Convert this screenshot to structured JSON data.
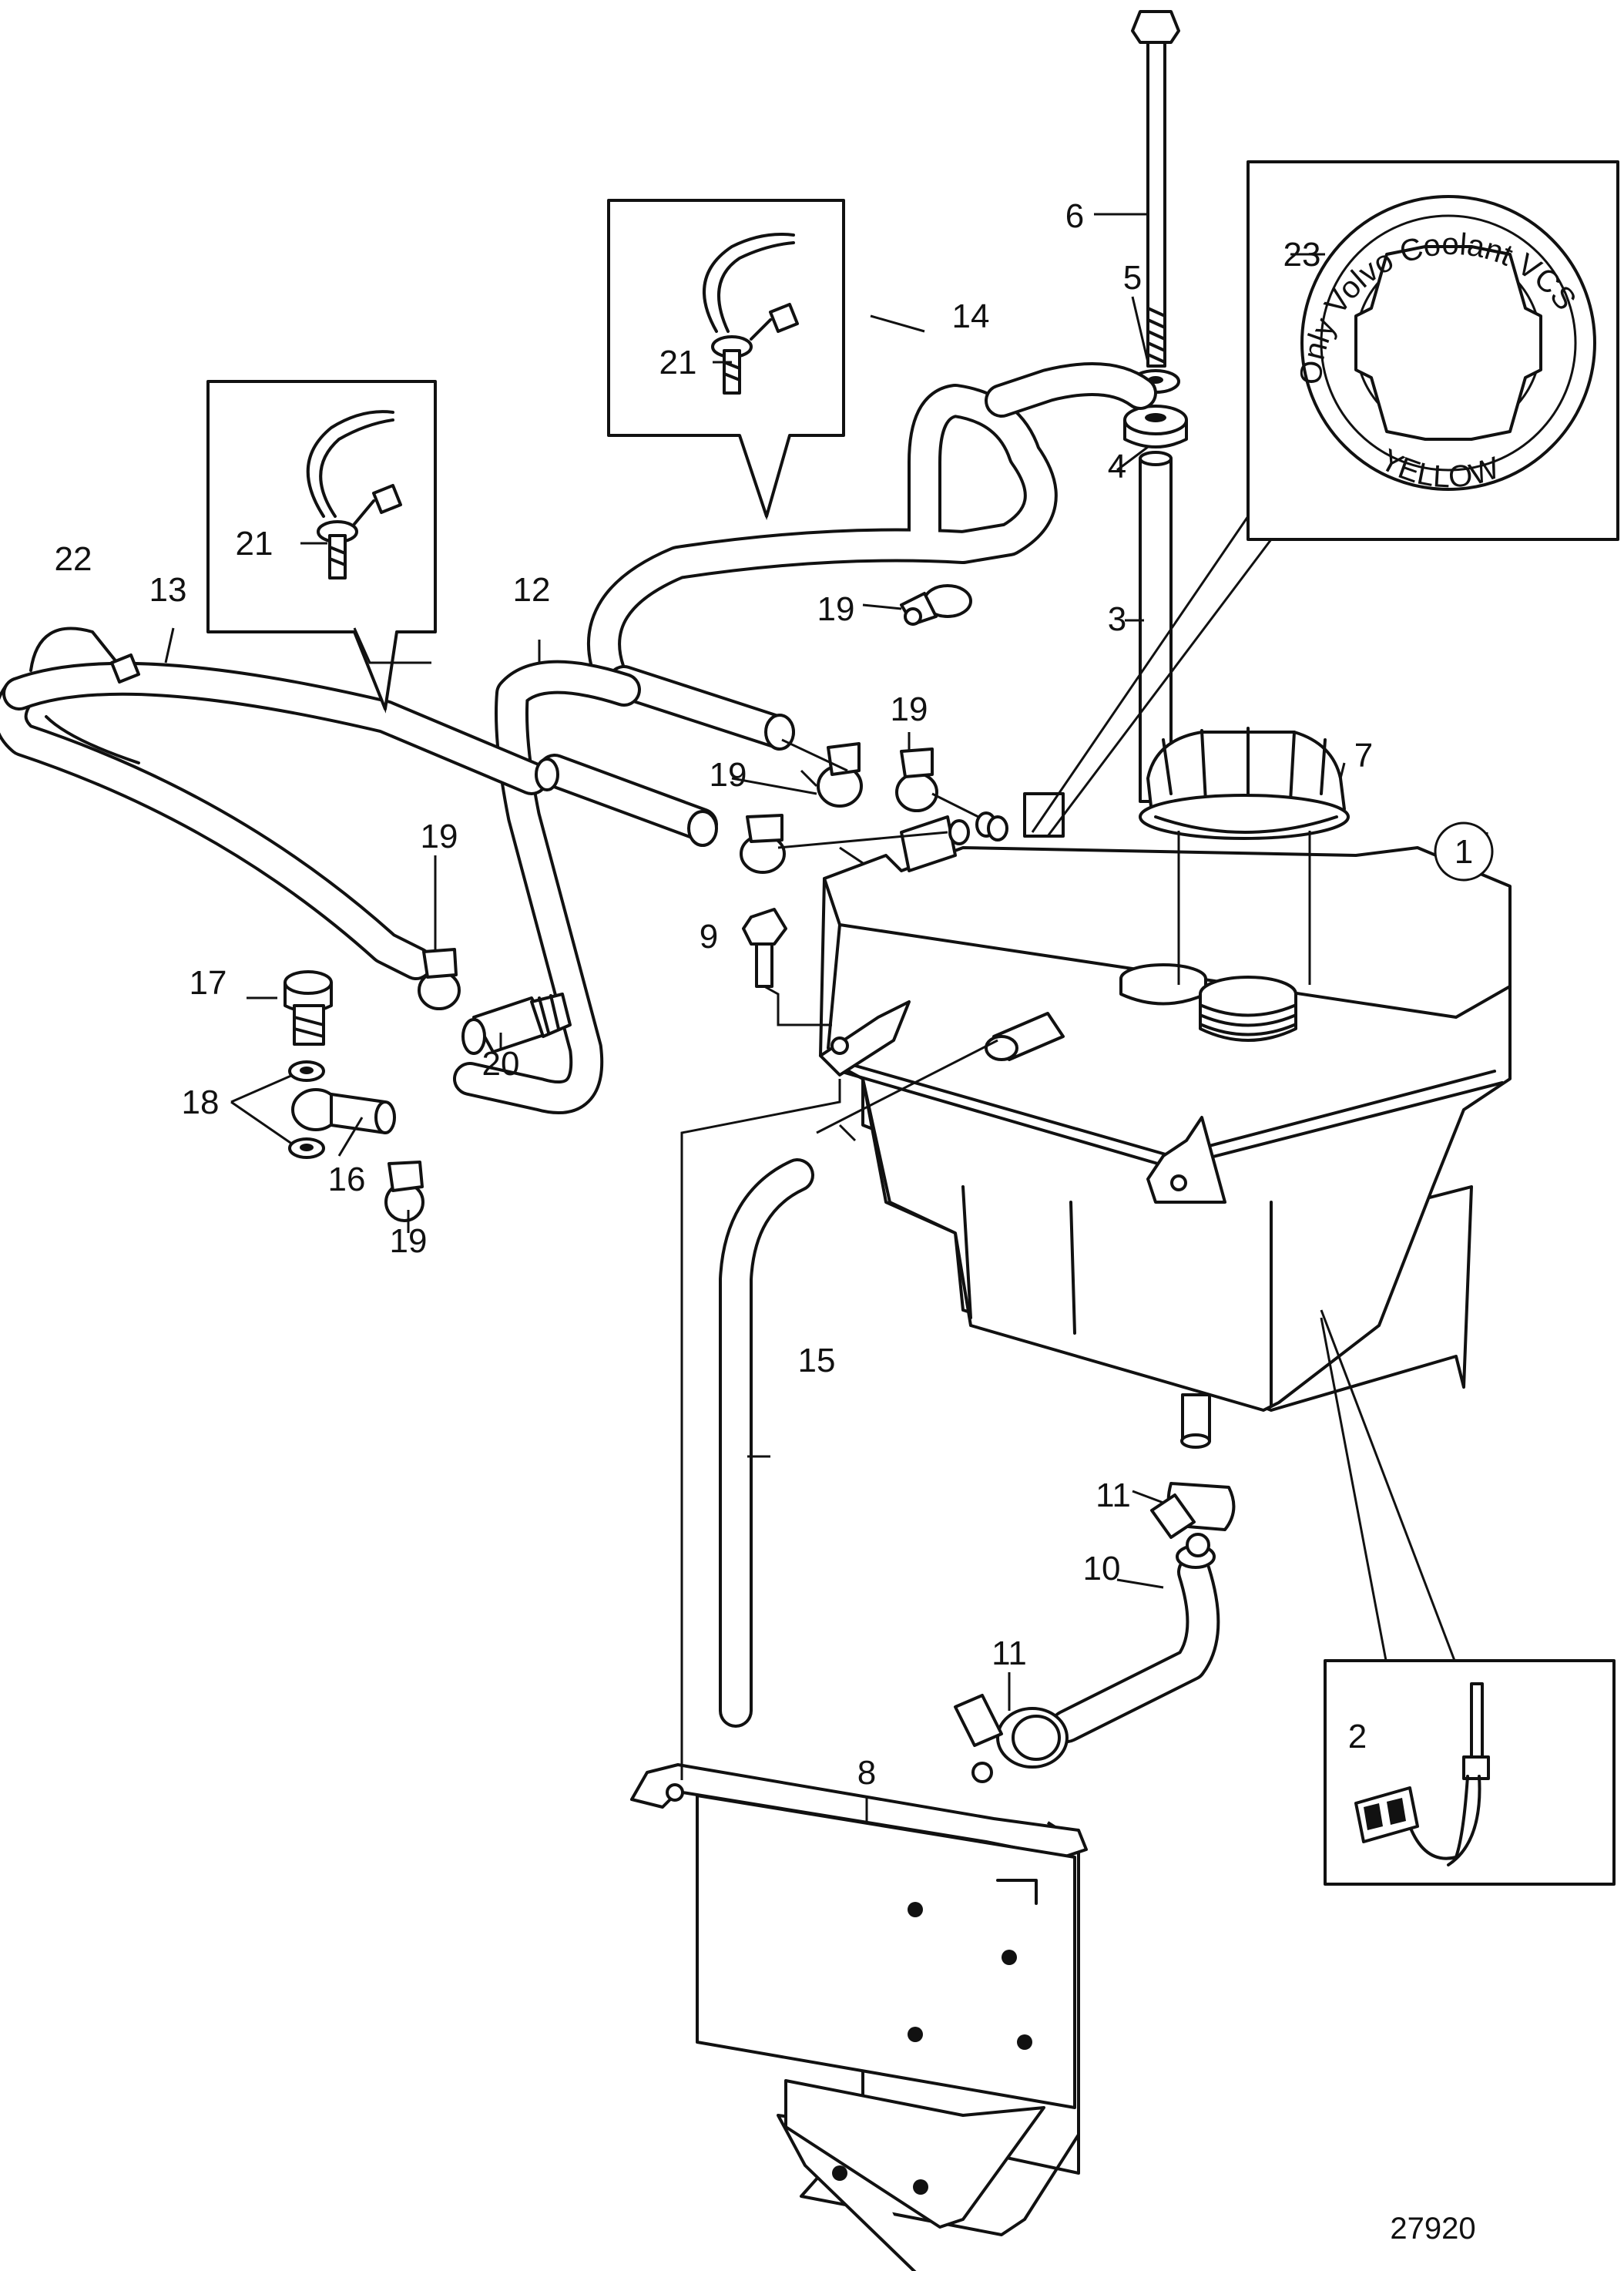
{
  "diagram": {
    "figure_number": "27920",
    "cap_text_top": "Only Volvo Coolant VCS",
    "cap_text_bottom": "YELLOW",
    "callouts": [
      {
        "id": "c1",
        "label": "1"
      },
      {
        "id": "c2",
        "label": "2"
      },
      {
        "id": "c3",
        "label": "3"
      },
      {
        "id": "c4",
        "label": "4"
      },
      {
        "id": "c5",
        "label": "5"
      },
      {
        "id": "c6",
        "label": "6"
      },
      {
        "id": "c7",
        "label": "7"
      },
      {
        "id": "c8",
        "label": "8"
      },
      {
        "id": "c9",
        "label": "9"
      },
      {
        "id": "c10",
        "label": "10"
      },
      {
        "id": "c11a",
        "label": "11"
      },
      {
        "id": "c11b",
        "label": "11"
      },
      {
        "id": "c12",
        "label": "12"
      },
      {
        "id": "c13",
        "label": "13"
      },
      {
        "id": "c14",
        "label": "14"
      },
      {
        "id": "c15",
        "label": "15"
      },
      {
        "id": "c16",
        "label": "16"
      },
      {
        "id": "c17",
        "label": "17"
      },
      {
        "id": "c18",
        "label": "18"
      },
      {
        "id": "c19a",
        "label": "19"
      },
      {
        "id": "c19b",
        "label": "19"
      },
      {
        "id": "c19c",
        "label": "19"
      },
      {
        "id": "c19d",
        "label": "19"
      },
      {
        "id": "c19e",
        "label": "19"
      },
      {
        "id": "c20",
        "label": "20"
      },
      {
        "id": "c21a",
        "label": "21"
      },
      {
        "id": "c21b",
        "label": "21"
      },
      {
        "id": "c22",
        "label": "22"
      },
      {
        "id": "c23",
        "label": "23"
      }
    ]
  }
}
